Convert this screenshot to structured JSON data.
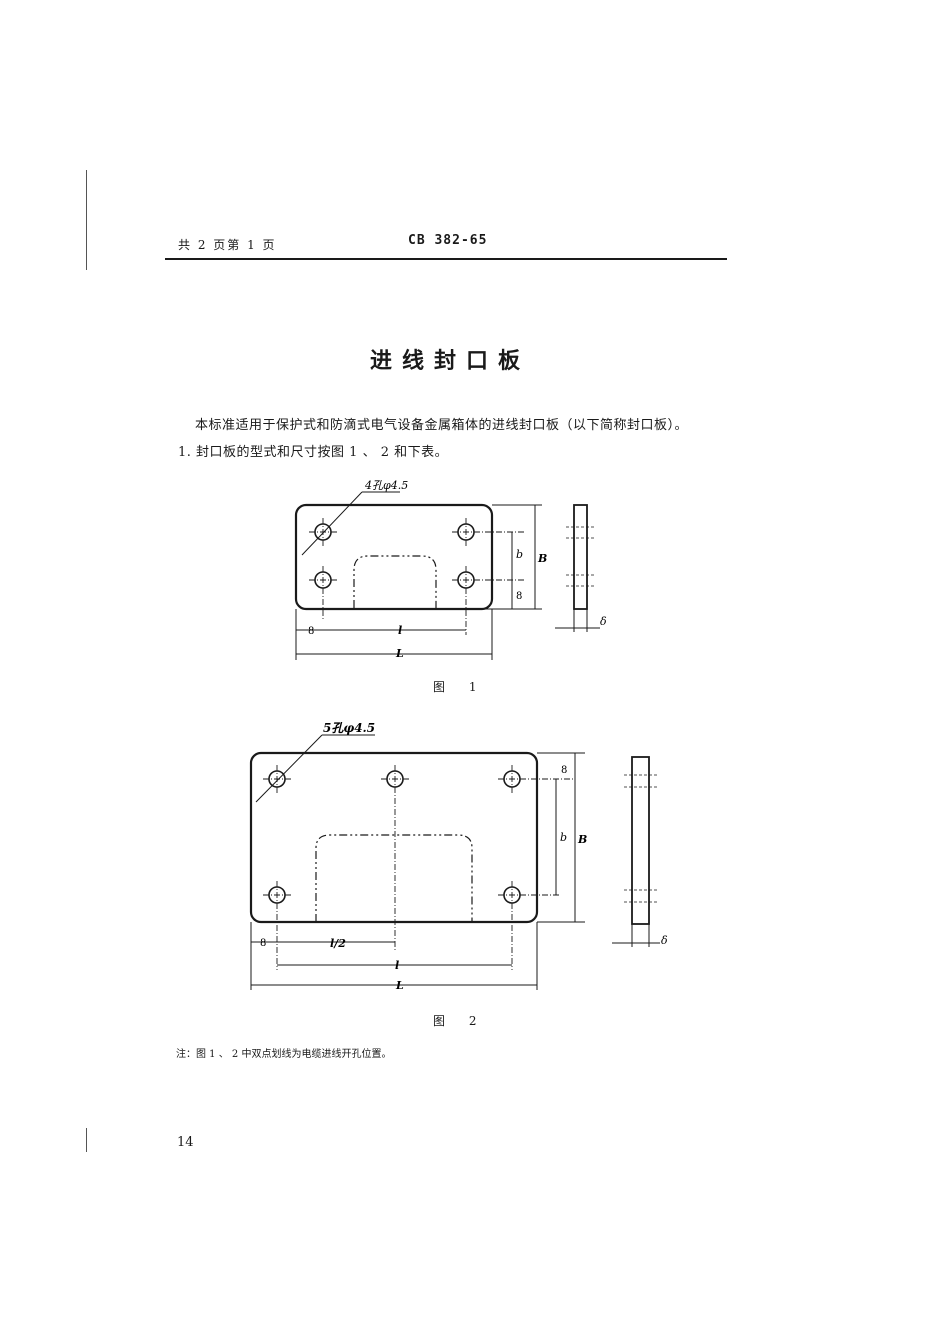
{
  "header": {
    "page_info": "共 2 页第 1 页",
    "standard_code": "CB 382-65"
  },
  "title": "进线封口板",
  "body": {
    "intro": "本标准适用于保护式和防滴式电气设备金属箱体的进线封口板（以下简称封口板）。",
    "clause_1": "1. 封口板的型式和尺寸按图 1 、 2 和下表。"
  },
  "figure1": {
    "hole_label": "4孔φ4.5",
    "dim_b": "b",
    "dim_B": "B",
    "dim_8_right": "8",
    "dim_8_left": "8",
    "dim_l": "l",
    "dim_L": "L",
    "dim_delta": "δ",
    "caption": "图 1"
  },
  "figure2": {
    "hole_label": "5孔φ4.5",
    "dim_8_right": "8",
    "dim_b": "b",
    "dim_B": "B",
    "dim_8_left": "8",
    "dim_l_half": "l/2",
    "dim_l": "l",
    "dim_L": "L",
    "dim_delta": "δ",
    "caption": "图 2"
  },
  "note": "注：图 1 、 2 中双点划线为电缆进线开孔位置。",
  "page_number": "14"
}
